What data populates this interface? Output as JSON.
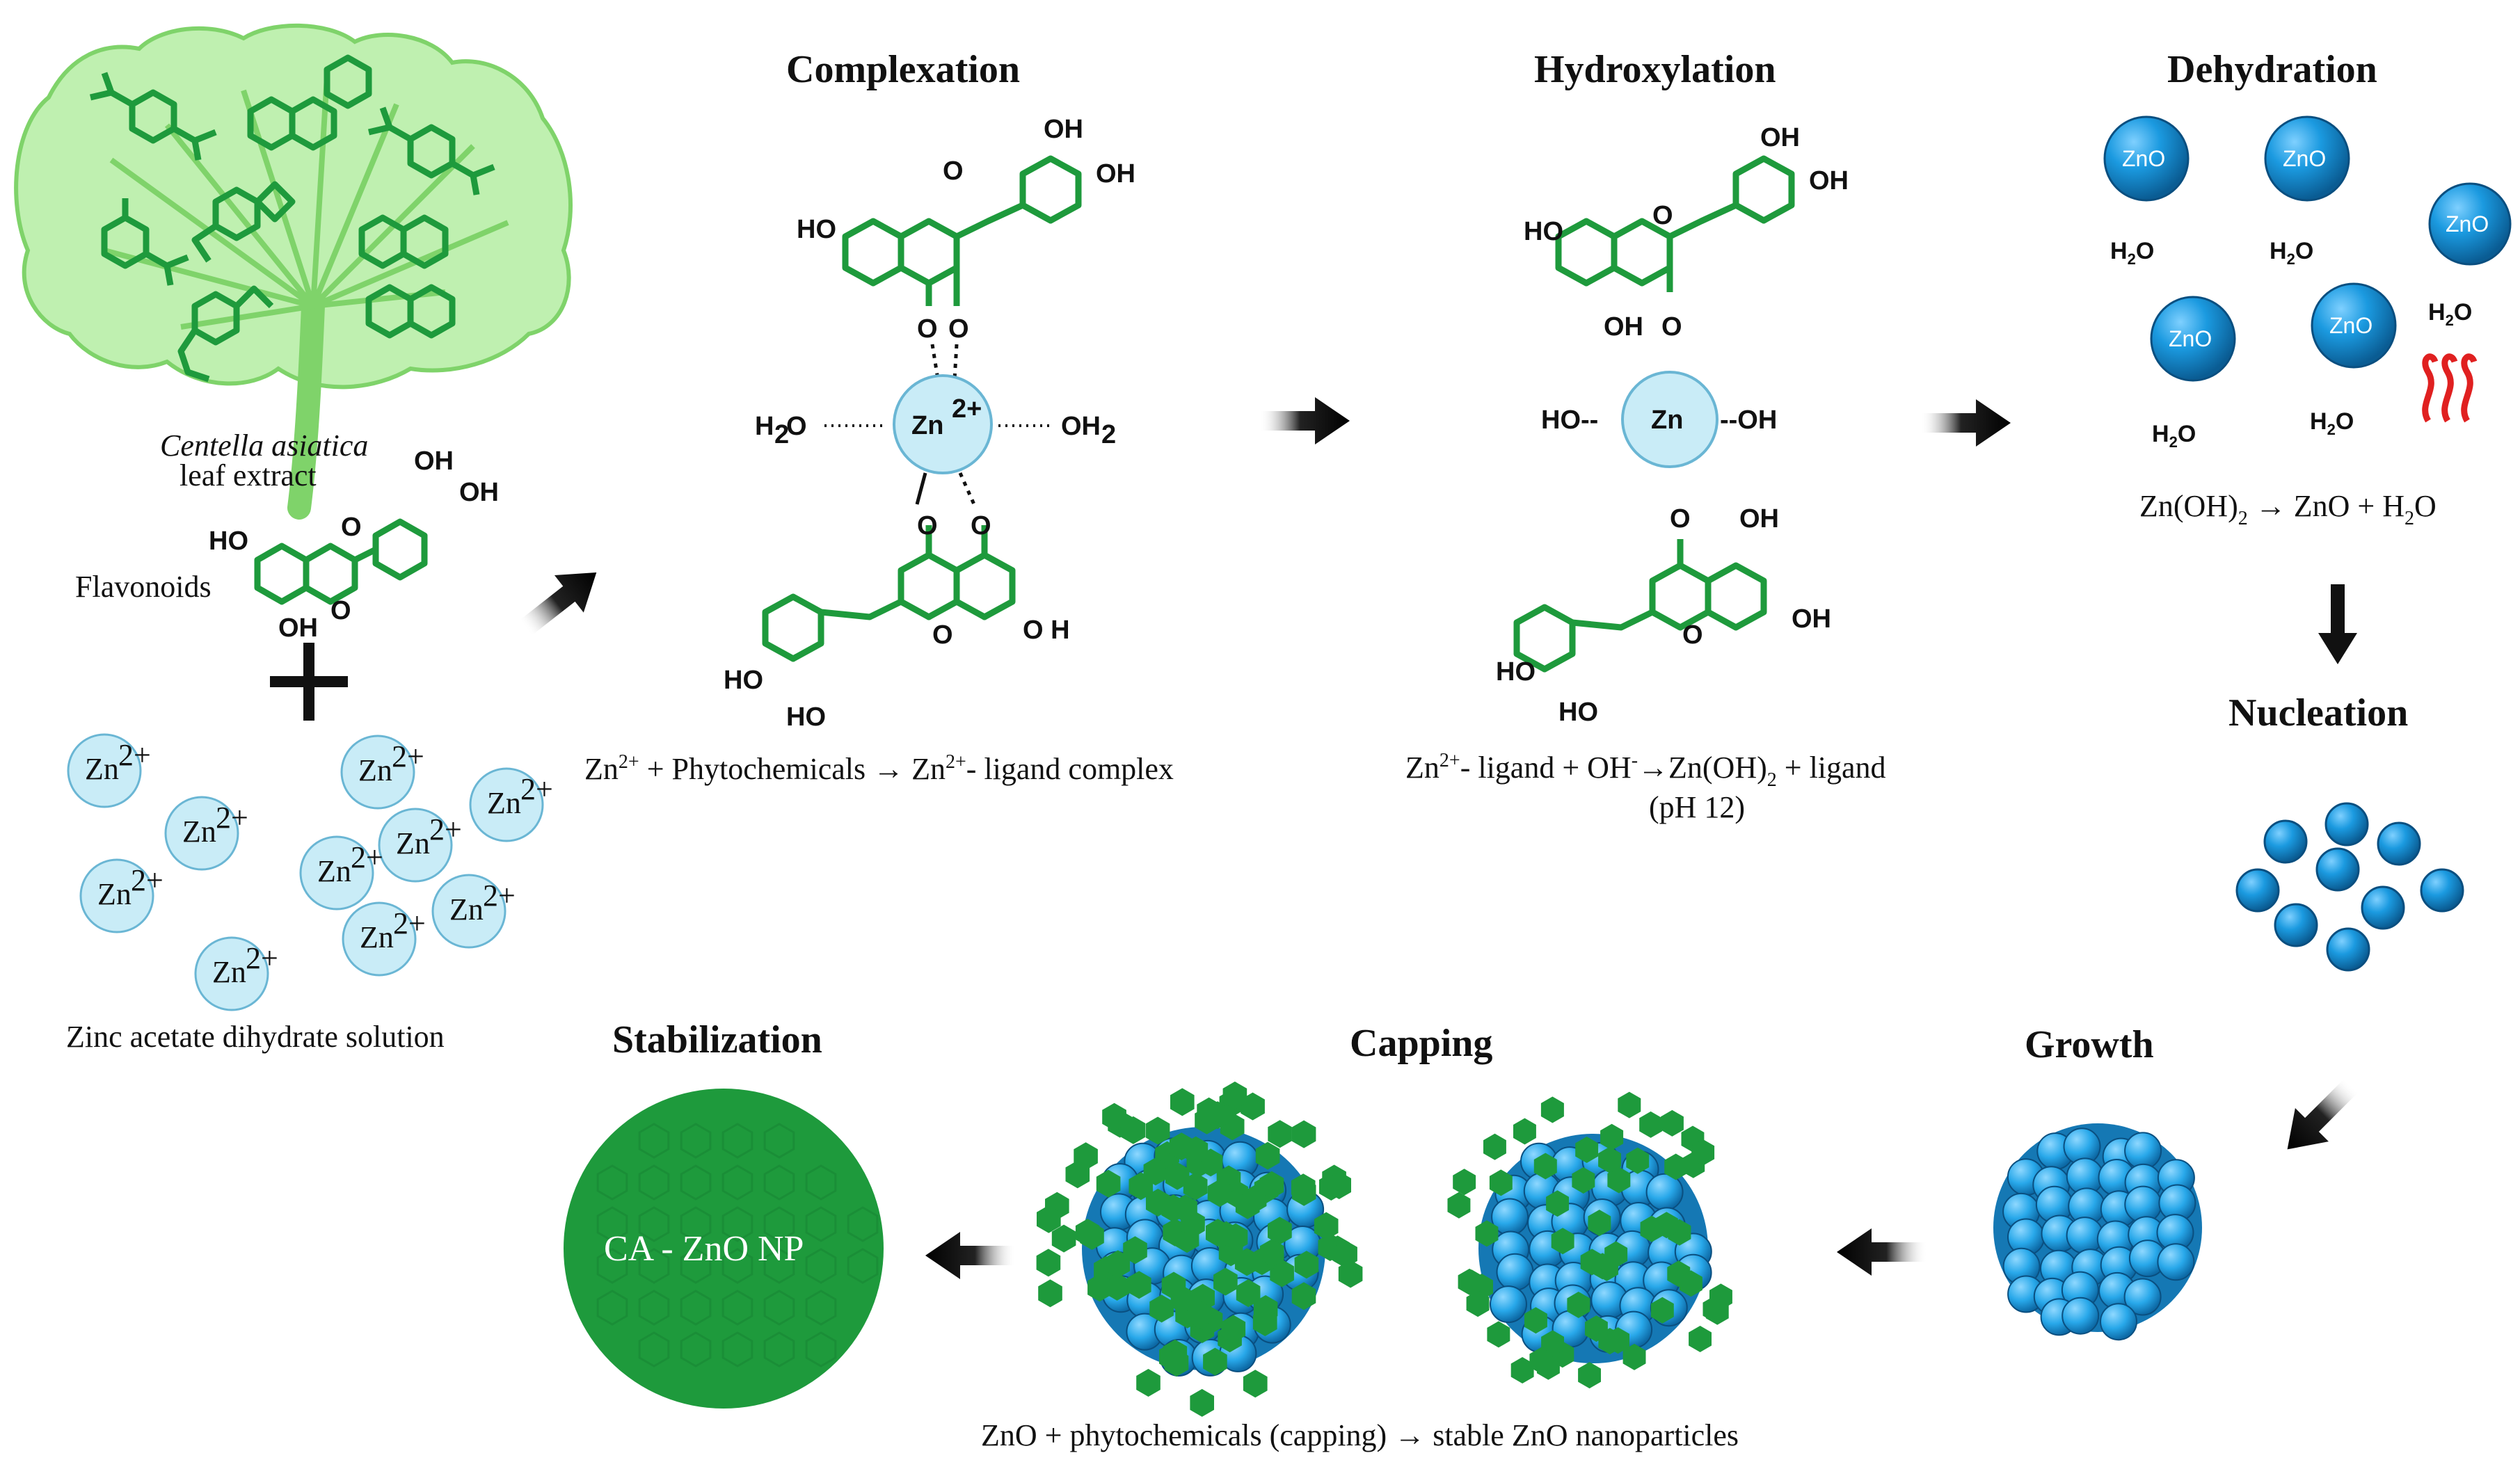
{
  "headings": {
    "complexation": "Complexation",
    "hydroxylation": "Hydroxylation",
    "dehydration": "Dehydration",
    "nucleation": "Nucleation",
    "growth": "Growth",
    "capping": "Capping",
    "stabilization": "Stabilization"
  },
  "leaf": {
    "species": "Centella asiatica",
    "extract": "leaf extract",
    "flavonoids": "Flavonoids"
  },
  "solution": {
    "ion": "Zn",
    "charge": "2+",
    "label": "Zinc acetate dihydrate solution"
  },
  "complex": {
    "metal": "Zn",
    "metal_charge": "2+",
    "water_left": "H",
    "water_left_sub": "2",
    "water_left_o": "O",
    "water_right": "OH",
    "water_right_sub": "2"
  },
  "atoms": {
    "ho": "HO",
    "oh": "OH",
    "o": "O",
    "o_h": "O H",
    "zn": "Zn",
    "ho_dash": "HO--",
    "dash_oh": "--OH"
  },
  "equations": {
    "complexation": {
      "zn": "Zn",
      "sup": "2+",
      "mid": "  + Phytochemicals → Zn",
      "sup2": "2+",
      "end": "- ligand complex"
    },
    "hydroxylation": {
      "zn": "Zn",
      "sup": "2+",
      "mid": "- ligand + OH",
      "sup2": "-",
      "arrow": "→Zn(OH)",
      "sub": "2",
      "end": " + ligand",
      "ph": "(pH 12)"
    },
    "dehydration": {
      "a": "Zn(OH)",
      "sub": "2",
      "b": " → ZnO + H",
      "sub2": "2",
      "c": "O"
    },
    "capping": "ZnO + phytochemicals (capping) → stable ZnO nanoparticles"
  },
  "dehydration": {
    "particle_label": "ZnO",
    "water": "H",
    "water_sub": "2",
    "water_o": "O"
  },
  "stabilization": {
    "label": "CA - ZnO NP"
  },
  "colors": {
    "green": "#1e9a3c",
    "leaf": "#bff0b0",
    "ion_fill": "#c9ecf7",
    "zno_blue": "#1b86c9",
    "arrow": "#111111",
    "heat": "#e02020"
  }
}
